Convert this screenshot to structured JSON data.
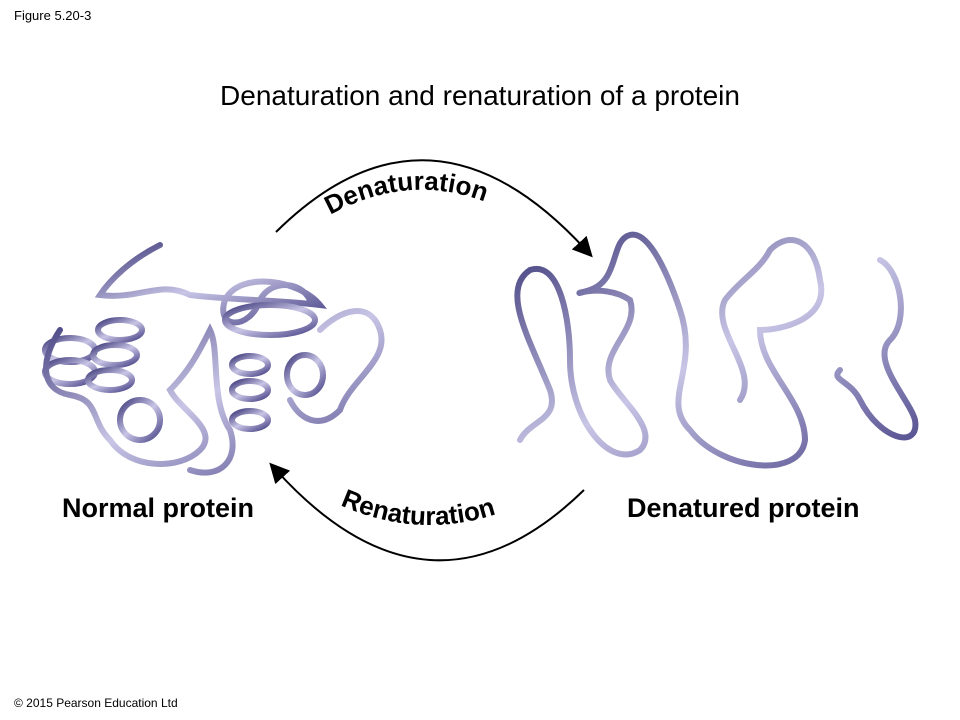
{
  "figure_label": "Figure 5.20-3",
  "title": "Denaturation and renaturation of a protein",
  "arrows": {
    "top": "Denaturation",
    "bottom": "Renaturation"
  },
  "labels": {
    "normal": "Normal protein",
    "denatured": "Denatured protein"
  },
  "copyright": "© 2015 Pearson Education Ltd",
  "colors": {
    "ribbon_dark": "#3e3a7a",
    "ribbon_light": "#b9b6dc"
  }
}
